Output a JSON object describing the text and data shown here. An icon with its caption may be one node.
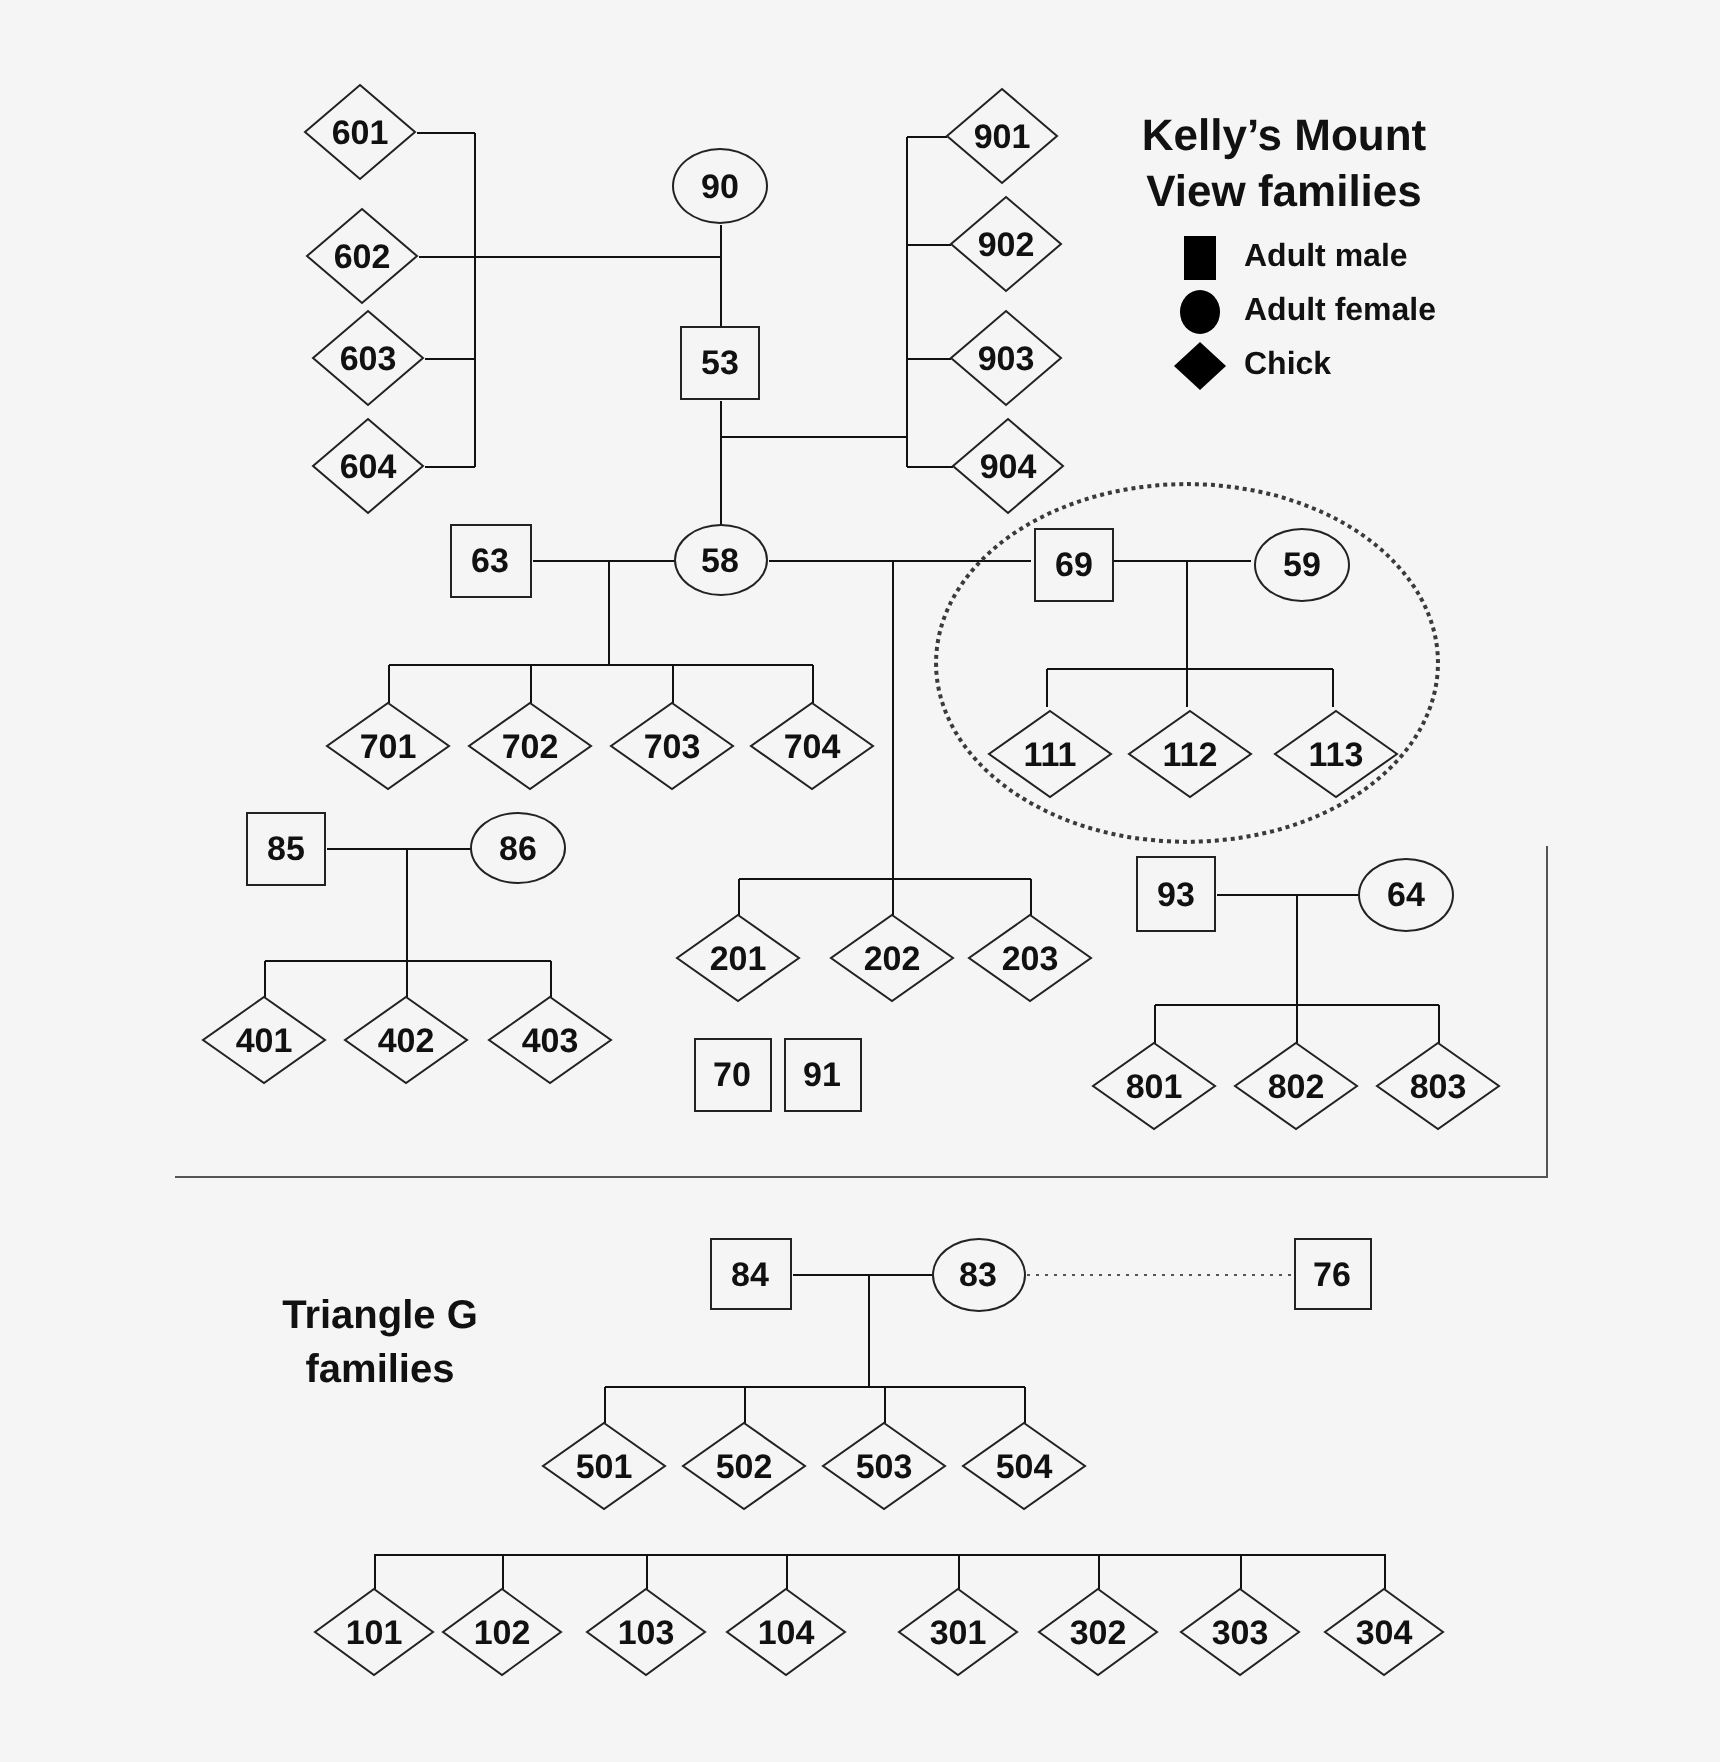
{
  "diagram": {
    "nodes": [
      {
        "text": [
          "601"
        ]
      },
      {
        "text": [
          "901"
        ]
      },
      {
        "text": [
          "90"
        ]
      },
      {
        "text": [
          "902"
        ]
      },
      {
        "text": [
          "602"
        ]
      },
      {
        "text": [
          "603"
        ]
      },
      {
        "text": [
          "53"
        ]
      },
      {
        "text": [
          "903"
        ]
      },
      {
        "text": [
          "604"
        ]
      },
      {
        "text": [
          "904"
        ]
      },
      {
        "text": [],
        "shape": "ellipse"
      },
      {
        "text": [
          "63"
        ]
      },
      {
        "text": [
          "58"
        ]
      },
      {
        "text": [
          "69"
        ],
        "in": 10
      },
      {
        "text": [
          "59"
        ],
        "in": 10
      },
      {
        "text": [
          "701"
        ]
      },
      {
        "text": [
          "702"
        ]
      },
      {
        "text": [
          "703"
        ]
      },
      {
        "text": [
          "704"
        ]
      },
      {
        "text": [
          "111"
        ],
        "in": 10
      },
      {
        "text": [
          "112"
        ],
        "in": 10
      },
      {
        "text": [
          "113"
        ],
        "in": 10
      },
      {
        "text": [
          "85"
        ]
      },
      {
        "text": [
          "86"
        ]
      },
      {
        "text": [
          "93"
        ]
      },
      {
        "text": [
          "64"
        ]
      },
      {
        "text": [
          "201"
        ]
      },
      {
        "text": [
          "202"
        ]
      },
      {
        "text": [
          "203"
        ]
      },
      {
        "text": [
          "401"
        ]
      },
      {
        "text": [
          "402"
        ]
      },
      {
        "text": [
          "403"
        ]
      },
      {
        "text": [
          "70"
        ]
      },
      {
        "text": [
          "91"
        ]
      },
      {
        "text": [
          "801"
        ]
      },
      {
        "text": [
          "802"
        ]
      },
      {
        "text": [
          "803"
        ]
      },
      {
        "text": [
          "84"
        ]
      },
      {
        "text": [
          "83"
        ]
      },
      {
        "text": [
          "76"
        ]
      },
      {
        "text": [
          "501"
        ]
      },
      {
        "text": [
          "502"
        ]
      },
      {
        "text": [
          "503"
        ]
      },
      {
        "text": [
          "504"
        ]
      },
      {
        "text": [
          "101"
        ]
      },
      {
        "text": [
          "102"
        ]
      },
      {
        "text": [
          "103"
        ]
      },
      {
        "text": [
          "104"
        ]
      },
      {
        "text": [
          "301"
        ]
      },
      {
        "text": [
          "302"
        ]
      },
      {
        "text": [
          "303"
        ]
      },
      {
        "text": [
          "304"
        ]
      }
    ],
    "edges": [
      {
        "from": 2,
        "to": 6,
        "arrow": "none"
      },
      {
        "from": 2,
        "to": 0,
        "arrow": "none"
      },
      {
        "from": 2,
        "to": 4,
        "arrow": "none"
      },
      {
        "from": 2,
        "to": 5,
        "arrow": "none"
      },
      {
        "from": 2,
        "to": 8,
        "arrow": "none"
      },
      {
        "from": 6,
        "to": 0,
        "arrow": "none"
      },
      {
        "from": 6,
        "to": 4,
        "arrow": "none"
      },
      {
        "from": 6,
        "to": 5,
        "arrow": "none"
      },
      {
        "from": 6,
        "to": 8,
        "arrow": "none"
      },
      {
        "from": 6,
        "to": 12,
        "arrow": "none"
      },
      {
        "from": 6,
        "to": 1,
        "arrow": "none"
      },
      {
        "from": 6,
        "to": 3,
        "arrow": "none"
      },
      {
        "from": 6,
        "to": 7,
        "arrow": "none"
      },
      {
        "from": 6,
        "to": 9,
        "arrow": "none"
      },
      {
        "from": 12,
        "to": 1,
        "arrow": "none"
      },
      {
        "from": 12,
        "to": 3,
        "arrow": "none"
      },
      {
        "from": 12,
        "to": 7,
        "arrow": "none"
      },
      {
        "from": 12,
        "to": 9,
        "arrow": "none"
      },
      {
        "from": 11,
        "to": 12,
        "arrow": "none"
      },
      {
        "from": 11,
        "to": 15,
        "arrow": "none"
      },
      {
        "from": 11,
        "to": 16,
        "arrow": "none"
      },
      {
        "from": 11,
        "to": 17,
        "arrow": "none"
      },
      {
        "from": 11,
        "to": 18,
        "arrow": "none"
      },
      {
        "from": 12,
        "to": 15,
        "arrow": "none"
      },
      {
        "from": 12,
        "to": 16,
        "arrow": "none"
      },
      {
        "from": 12,
        "to": 17,
        "arrow": "none"
      },
      {
        "from": 12,
        "to": 18,
        "arrow": "none"
      },
      {
        "from": 12,
        "to": 13,
        "arrow": "none"
      },
      {
        "from": 12,
        "to": 26,
        "arrow": "none"
      },
      {
        "from": 12,
        "to": 27,
        "arrow": "none"
      },
      {
        "from": 12,
        "to": 28,
        "arrow": "none"
      },
      {
        "from": 13,
        "to": 26,
        "arrow": "none"
      },
      {
        "from": 13,
        "to": 27,
        "arrow": "none"
      },
      {
        "from": 13,
        "to": 28,
        "arrow": "none"
      },
      {
        "from": 13,
        "to": 14,
        "arrow": "none"
      },
      {
        "from": 13,
        "to": 19,
        "arrow": "none"
      },
      {
        "from": 13,
        "to": 20,
        "arrow": "none"
      },
      {
        "from": 13,
        "to": 21,
        "arrow": "none"
      },
      {
        "from": 14,
        "to": 19,
        "arrow": "none"
      },
      {
        "from": 14,
        "to": 20,
        "arrow": "none"
      },
      {
        "from": 14,
        "to": 21,
        "arrow": "none"
      },
      {
        "from": 22,
        "to": 23,
        "arrow": "none"
      },
      {
        "from": 22,
        "to": 29,
        "arrow": "none"
      },
      {
        "from": 22,
        "to": 30,
        "arrow": "none"
      },
      {
        "from": 22,
        "to": 31,
        "arrow": "none"
      },
      {
        "from": 23,
        "to": 29,
        "arrow": "none"
      },
      {
        "from": 23,
        "to": 30,
        "arrow": "none"
      },
      {
        "from": 23,
        "to": 31,
        "arrow": "none"
      },
      {
        "from": 24,
        "to": 25,
        "arrow": "none"
      },
      {
        "from": 24,
        "to": 34,
        "arrow": "none"
      },
      {
        "from": 24,
        "to": 35,
        "arrow": "none"
      },
      {
        "from": 24,
        "to": 36,
        "arrow": "none"
      },
      {
        "from": 25,
        "to": 34,
        "arrow": "none"
      },
      {
        "from": 25,
        "to": 35,
        "arrow": "none"
      },
      {
        "from": 25,
        "to": 36,
        "arrow": "none"
      },
      {
        "from": 37,
        "to": 38,
        "arrow": "none"
      },
      {
        "from": 37,
        "to": 40,
        "arrow": "none"
      },
      {
        "from": 37,
        "to": 41,
        "arrow": "none"
      },
      {
        "from": 37,
        "to": 42,
        "arrow": "none"
      },
      {
        "from": 37,
        "to": 43,
        "arrow": "none"
      },
      {
        "from": 38,
        "to": 40,
        "arrow": "none"
      },
      {
        "from": 38,
        "to": 41,
        "arrow": "none"
      },
      {
        "from": 38,
        "to": 42,
        "arrow": "none"
      },
      {
        "from": 38,
        "to": 43,
        "arrow": "none"
      },
      {
        "from": 38,
        "to": 39,
        "arrow": "none",
        "style": "dashed"
      },
      {
        "from": 44,
        "to": 45,
        "arrow": "none"
      },
      {
        "from": 45,
        "to": 46,
        "arrow": "none"
      },
      {
        "from": 46,
        "to": 47,
        "arrow": "none"
      },
      {
        "from": 47,
        "to": 48,
        "arrow": "none"
      },
      {
        "from": 48,
        "to": 49,
        "arrow": "none"
      },
      {
        "from": 49,
        "to": 50,
        "arrow": "none"
      },
      {
        "from": 50,
        "to": 51,
        "arrow": "none"
      }
    ],
    "labels": [
      "Kelly’s Mount View families",
      "Triangle G families"
    ],
    "legend": [
      {
        "text": "Adult male"
      },
      {
        "text": "Adult female"
      },
      {
        "text": "Chick"
      }
    ]
  }
}
